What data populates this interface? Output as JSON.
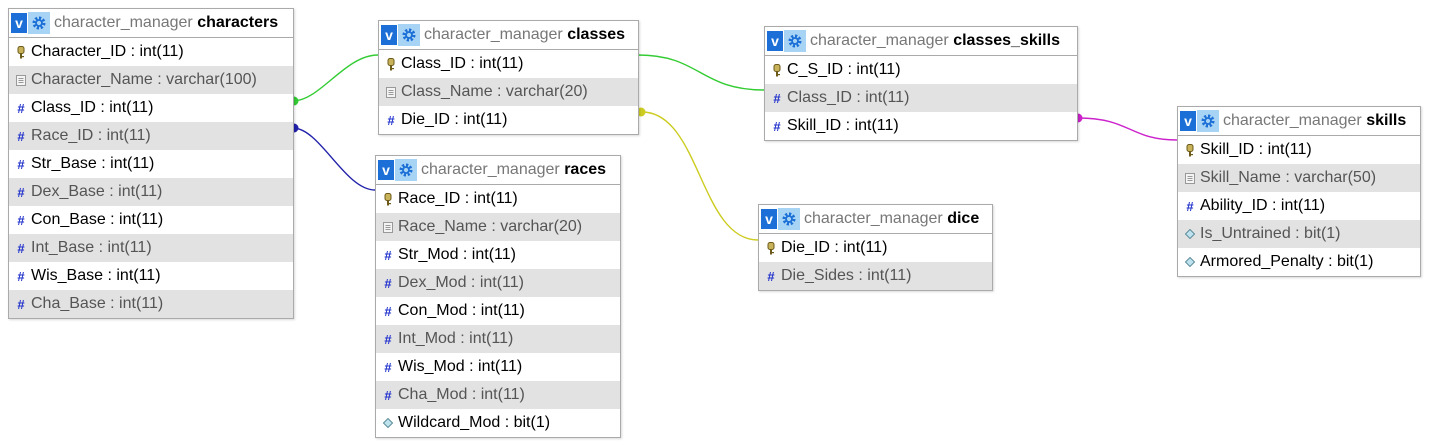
{
  "tables": {
    "characters": {
      "db": "character_manager",
      "name": "characters",
      "fields": [
        {
          "text": "Character_ID : int(11)",
          "icon": "key-icon"
        },
        {
          "text": "Character_Name : varchar(100)",
          "icon": "text-field-icon"
        },
        {
          "text": "Class_ID : int(11)",
          "icon": "hash-icon"
        },
        {
          "text": "Race_ID : int(11)",
          "icon": "hash-icon"
        },
        {
          "text": "Str_Base : int(11)",
          "icon": "hash-icon"
        },
        {
          "text": "Dex_Base : int(11)",
          "icon": "hash-icon"
        },
        {
          "text": "Con_Base : int(11)",
          "icon": "hash-icon"
        },
        {
          "text": "Int_Base : int(11)",
          "icon": "hash-icon"
        },
        {
          "text": "Wis_Base : int(11)",
          "icon": "hash-icon"
        },
        {
          "text": "Cha_Base : int(11)",
          "icon": "hash-icon"
        }
      ]
    },
    "classes": {
      "db": "character_manager",
      "name": "classes",
      "fields": [
        {
          "text": "Class_ID : int(11)",
          "icon": "key-icon"
        },
        {
          "text": "Class_Name : varchar(20)",
          "icon": "text-field-icon"
        },
        {
          "text": "Die_ID : int(11)",
          "icon": "hash-icon"
        }
      ]
    },
    "races": {
      "db": "character_manager",
      "name": "races",
      "fields": [
        {
          "text": "Race_ID : int(11)",
          "icon": "key-icon"
        },
        {
          "text": "Race_Name : varchar(20)",
          "icon": "text-field-icon"
        },
        {
          "text": "Str_Mod : int(11)",
          "icon": "hash-icon"
        },
        {
          "text": "Dex_Mod : int(11)",
          "icon": "hash-icon"
        },
        {
          "text": "Con_Mod : int(11)",
          "icon": "hash-icon"
        },
        {
          "text": "Int_Mod : int(11)",
          "icon": "hash-icon"
        },
        {
          "text": "Wis_Mod : int(11)",
          "icon": "hash-icon"
        },
        {
          "text": "Cha_Mod : int(11)",
          "icon": "hash-icon"
        },
        {
          "text": "Wildcard_Mod : bit(1)",
          "icon": "diamond-icon"
        }
      ]
    },
    "classes_skills": {
      "db": "character_manager",
      "name": "classes_skills",
      "fields": [
        {
          "text": "C_S_ID : int(11)",
          "icon": "key-icon"
        },
        {
          "text": "Class_ID : int(11)",
          "icon": "hash-icon"
        },
        {
          "text": "Skill_ID : int(11)",
          "icon": "hash-icon"
        }
      ]
    },
    "dice": {
      "db": "character_manager",
      "name": "dice",
      "fields": [
        {
          "text": "Die_ID : int(11)",
          "icon": "key-icon"
        },
        {
          "text": "Die_Sides : int(11)",
          "icon": "hash-icon"
        }
      ]
    },
    "skills": {
      "db": "character_manager",
      "name": "skills",
      "fields": [
        {
          "text": "Skill_ID : int(11)",
          "icon": "key-icon"
        },
        {
          "text": "Skill_Name : varchar(50)",
          "icon": "text-field-icon"
        },
        {
          "text": "Ability_ID : int(11)",
          "icon": "hash-icon"
        },
        {
          "text": "Is_Untrained : bit(1)",
          "icon": "diamond-icon"
        },
        {
          "text": "Armored_Penalty : bit(1)",
          "icon": "diamond-icon"
        }
      ]
    }
  },
  "relations": [
    {
      "from": "classes.Class_ID",
      "to": "characters.Class_ID",
      "color": "#33cc33"
    },
    {
      "from": "races.Race_ID",
      "to": "characters.Race_ID",
      "color": "#2222aa"
    },
    {
      "from": "classes.Class_ID",
      "to": "classes_skills.Class_ID",
      "color": "#33cc33"
    },
    {
      "from": "dice.Die_ID",
      "to": "classes.Die_ID",
      "color": "#cccc22"
    },
    {
      "from": "skills.Skill_ID",
      "to": "classes_skills.Skill_ID",
      "color": "#cc22cc"
    }
  ],
  "colors": {
    "header_button": "#1b6fd6",
    "gear_button": "#a7d3f5",
    "alt_row": "#e2e2e2",
    "border": "#aaaaaa"
  }
}
